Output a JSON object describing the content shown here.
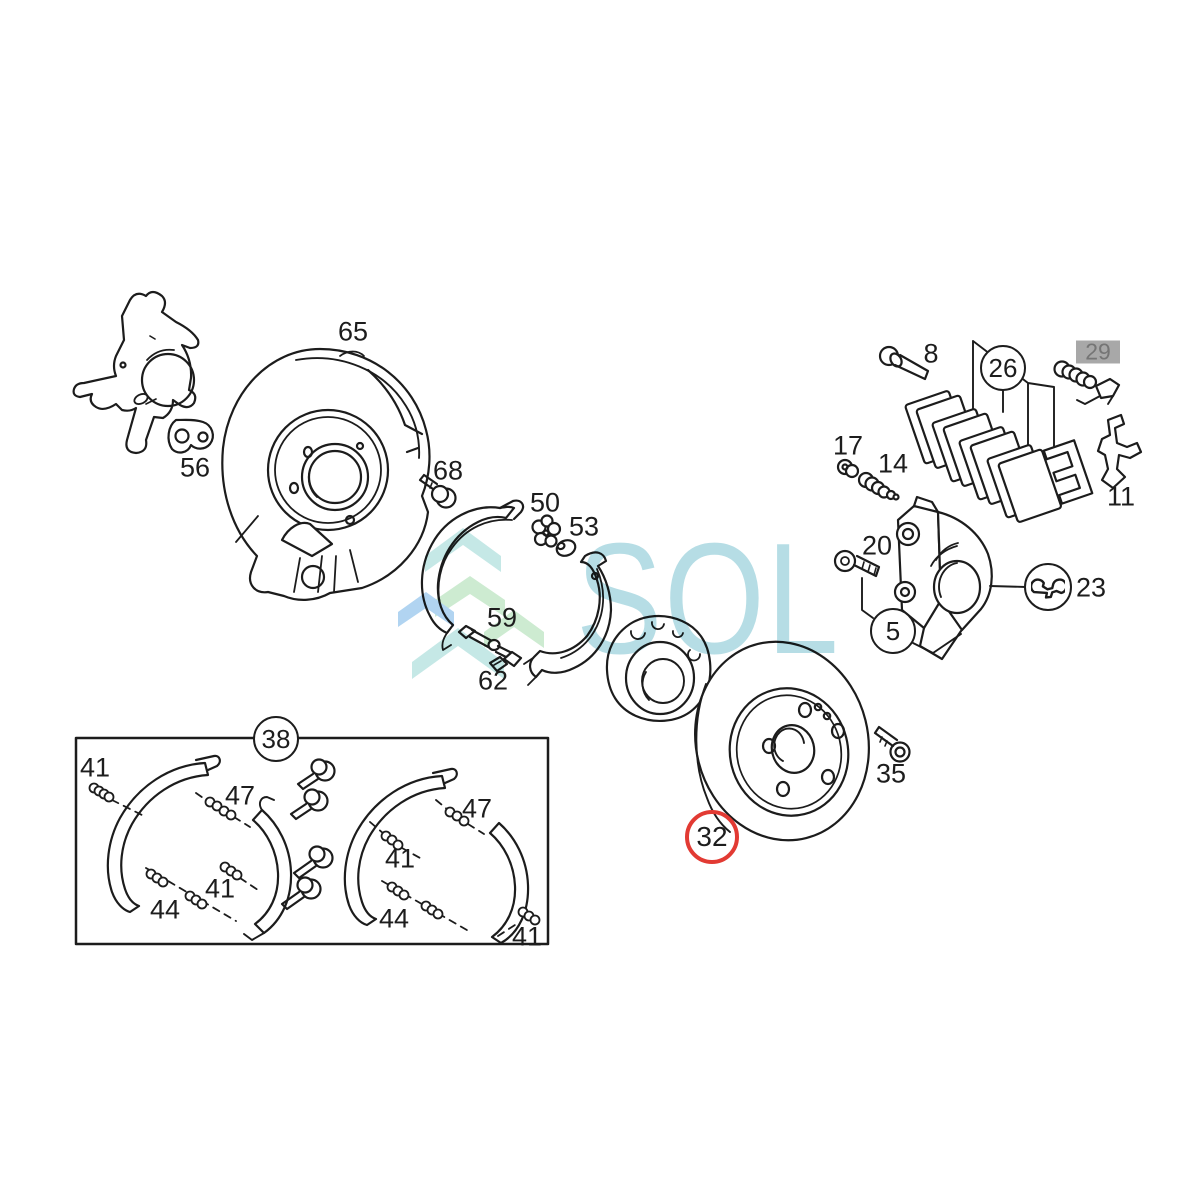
{
  "canvas": {
    "background": "#ffffff",
    "line_color": "#1c1c1c"
  },
  "watermark": {
    "text": "SOL",
    "text_color": "#aedae2",
    "chevron_colors": {
      "cyan": "#bfe6e4",
      "blue": "#a9d0f0",
      "green": "#c8e9cc"
    }
  },
  "callouts": {
    "n5": "5",
    "n8": "8",
    "n11": "11",
    "n14": "14",
    "n17": "17",
    "n20": "20",
    "n23": "23",
    "n26": "26",
    "n29": "29",
    "n32": "32",
    "n35": "35",
    "n38": "38",
    "n41a": "41",
    "n41b": "41",
    "n41c": "41",
    "n41d": "41",
    "n44a": "44",
    "n44b": "44",
    "n47a": "47",
    "n47b": "47",
    "n50": "50",
    "n53": "53",
    "n56": "56",
    "n59": "59",
    "n62": "62",
    "n65": "65",
    "n68": "68"
  },
  "highlight_29": {
    "background": "#a8a8a8",
    "text_color": "#757575"
  },
  "selected_32": {
    "ring_color": "#e23a33"
  },
  "icons": {
    "tool_23": "wrench-icon"
  }
}
